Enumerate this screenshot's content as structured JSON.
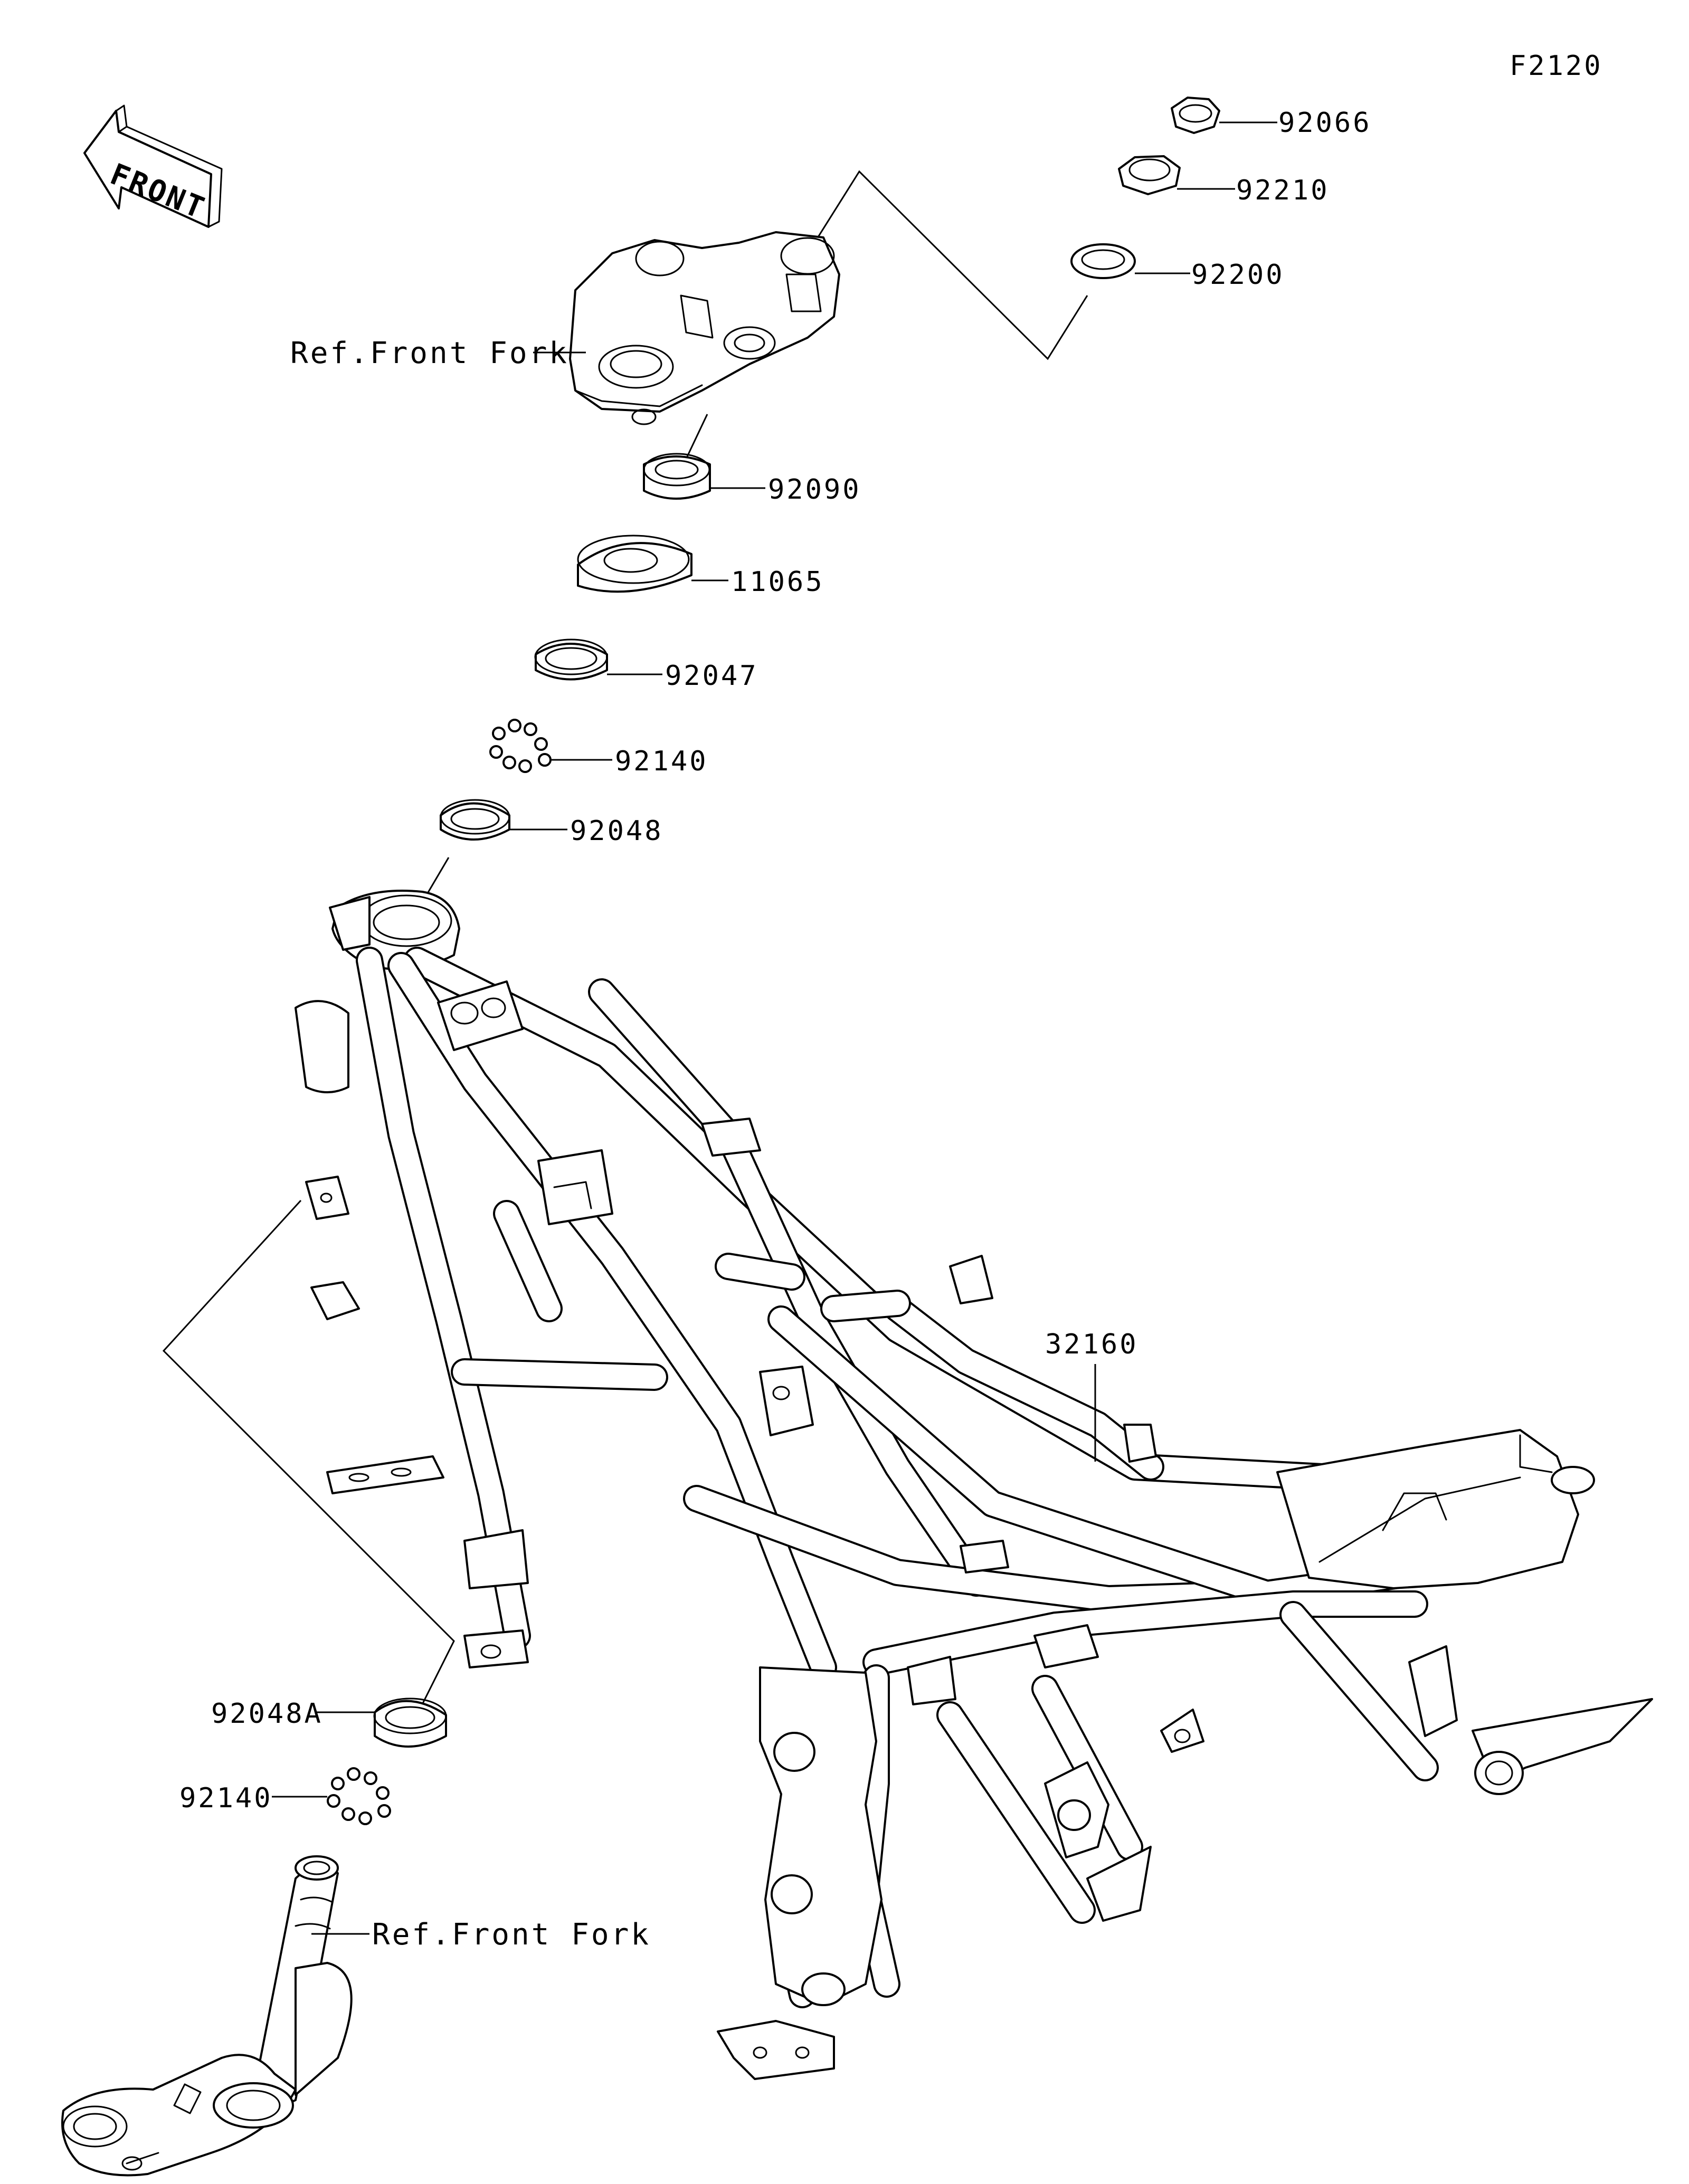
{
  "diagram_code": "F2120",
  "front_arrow": {
    "label": "FRONT",
    "icon": "front-direction-arrow-icon"
  },
  "callouts": {
    "c92066": "92066",
    "c92210": "92210",
    "c92200": "92200",
    "ref_front_fork_upper": "Ref.Front Fork",
    "c92090": "92090",
    "c11065": "11065",
    "c92047": "92047",
    "c92140_upper": "92140",
    "c92048": "92048",
    "c32160": "32160",
    "c92048A": "92048A",
    "c92140_lower": "92140",
    "ref_front_fork_lower": "Ref.Front Fork"
  },
  "colors": {
    "line": "#000000",
    "background": "#ffffff"
  }
}
